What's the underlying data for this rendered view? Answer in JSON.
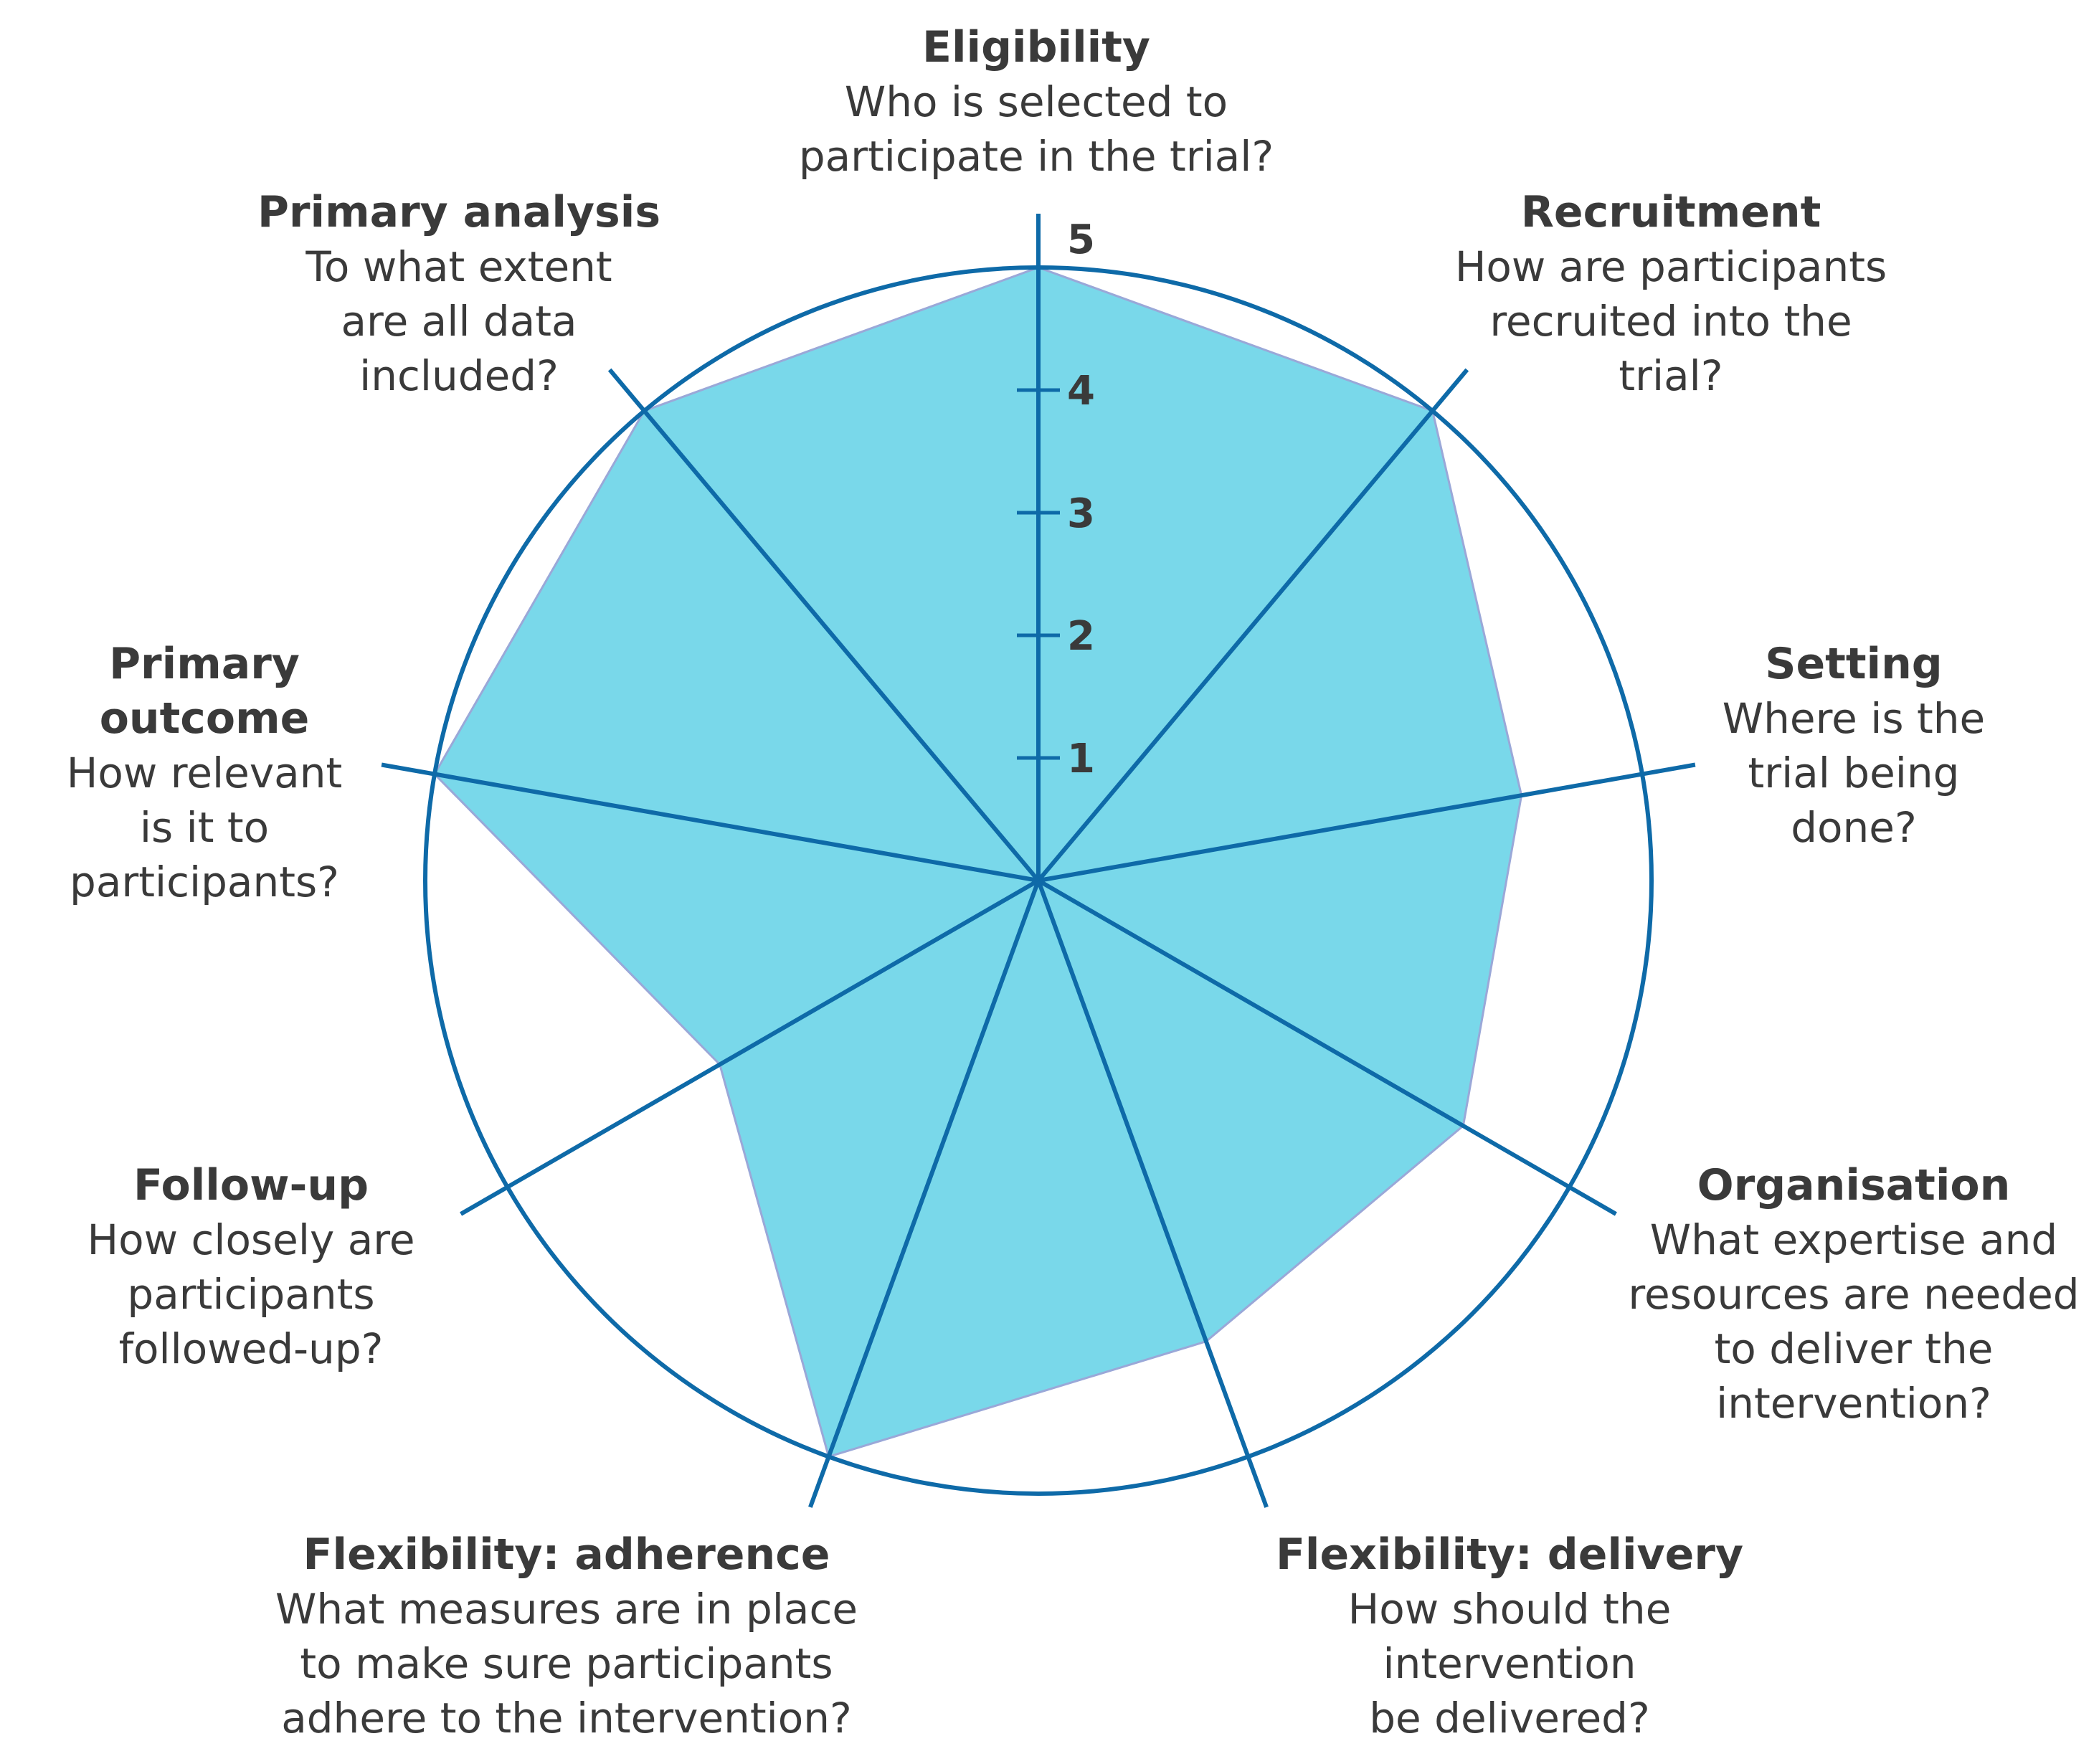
{
  "chart_data": {
    "type": "radar",
    "scale": {
      "min": 0,
      "max": 5,
      "ticks": [
        "1",
        "2",
        "3",
        "4",
        "5"
      ]
    },
    "domains": [
      {
        "title": "Eligibility",
        "question": "Who is selected to\nparticipate in the trial?",
        "value": 5
      },
      {
        "title": "Recruitment",
        "question": "How are participants\nrecruited into the\ntrial?",
        "value": 5
      },
      {
        "title": "Setting",
        "question": "Where is the\ntrial being\ndone?",
        "value": 4
      },
      {
        "title": "Organisation",
        "question": "What expertise and\nresources are needed\nto deliver the\nintervention?",
        "value": 4
      },
      {
        "title": "Flexibility: delivery",
        "question": "How should the\nintervention\nbe delivered?",
        "value": 4
      },
      {
        "title": "Flexibility: adherence",
        "question": "What measures are in place\nto make sure participants\nadhere to the intervention?",
        "value": 5
      },
      {
        "title": "Follow-up",
        "question": "How closely are\nparticipants\nfollowed-up?",
        "value": 3
      },
      {
        "title": "Primary outcome",
        "question": "How relevant\nis it to\nparticipants?",
        "value": 5
      },
      {
        "title": "Primary analysis",
        "question": "To what extent\nare all data\nincluded?",
        "value": 5
      }
    ],
    "colors": {
      "fill": "#79d8ea",
      "outline": "#9aa8d8",
      "axis": "#0e6aa8",
      "text": "#3a3a3a"
    }
  }
}
